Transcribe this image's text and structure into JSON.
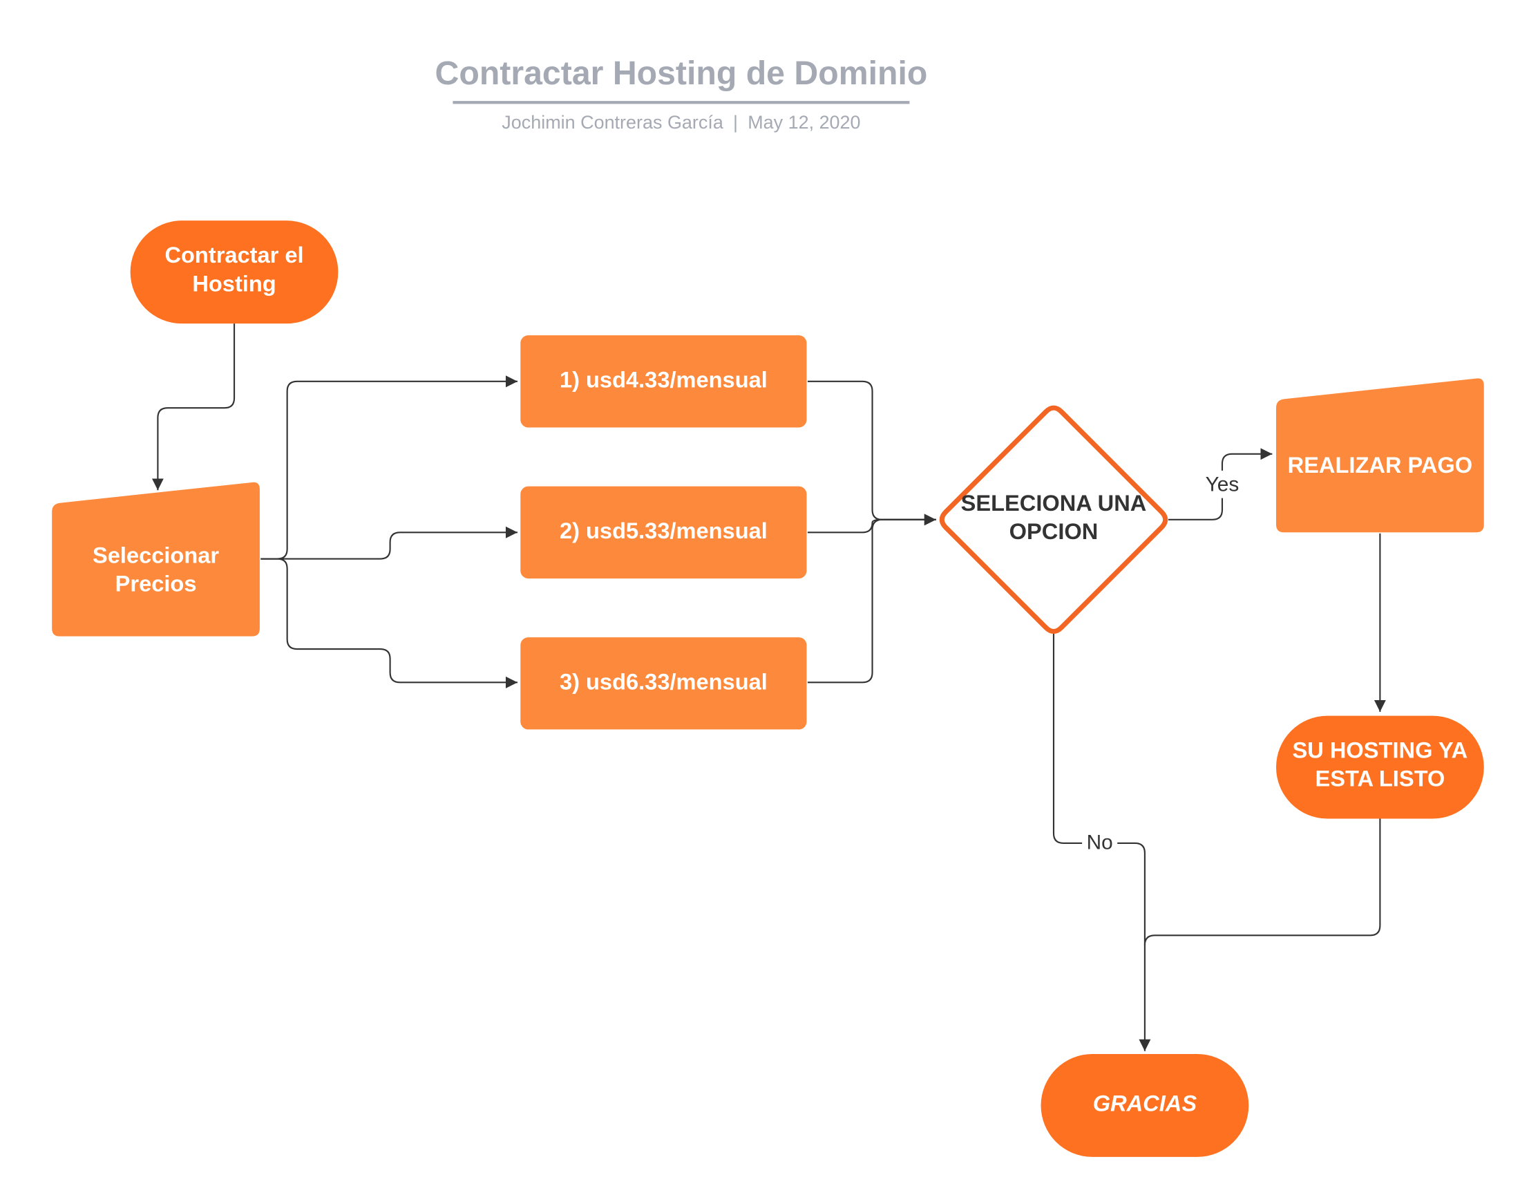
{
  "header": {
    "title": "Contractar Hosting de Dominio",
    "author": "Jochimin Contreras García",
    "separator": "|",
    "date": "May 12, 2020"
  },
  "colors": {
    "terminal": "#fd7120",
    "process": "#fd8a3c",
    "decision_border": "#f26522",
    "line": "#333333",
    "header_text": "#a4a9b3"
  },
  "nodes": {
    "start": {
      "line1": "Contractar el",
      "line2": "Hosting"
    },
    "select_prices": {
      "line1": "Seleccionar",
      "line2": "Precios"
    },
    "option1": {
      "label": "1) usd4.33/mensual"
    },
    "option2": {
      "label": "2) usd5.33/mensual"
    },
    "option3": {
      "label": "3) usd6.33/mensual"
    },
    "decision": {
      "line1": "SELECIONA UNA",
      "line2": "OPCION"
    },
    "payment": {
      "label": "REALIZAR PAGO"
    },
    "ready": {
      "line1": "SU HOSTING YA",
      "line2": "ESTA LISTO"
    },
    "end": {
      "label": "GRACIAS"
    }
  },
  "edges": {
    "yes_label": "Yes",
    "no_label": "No"
  }
}
